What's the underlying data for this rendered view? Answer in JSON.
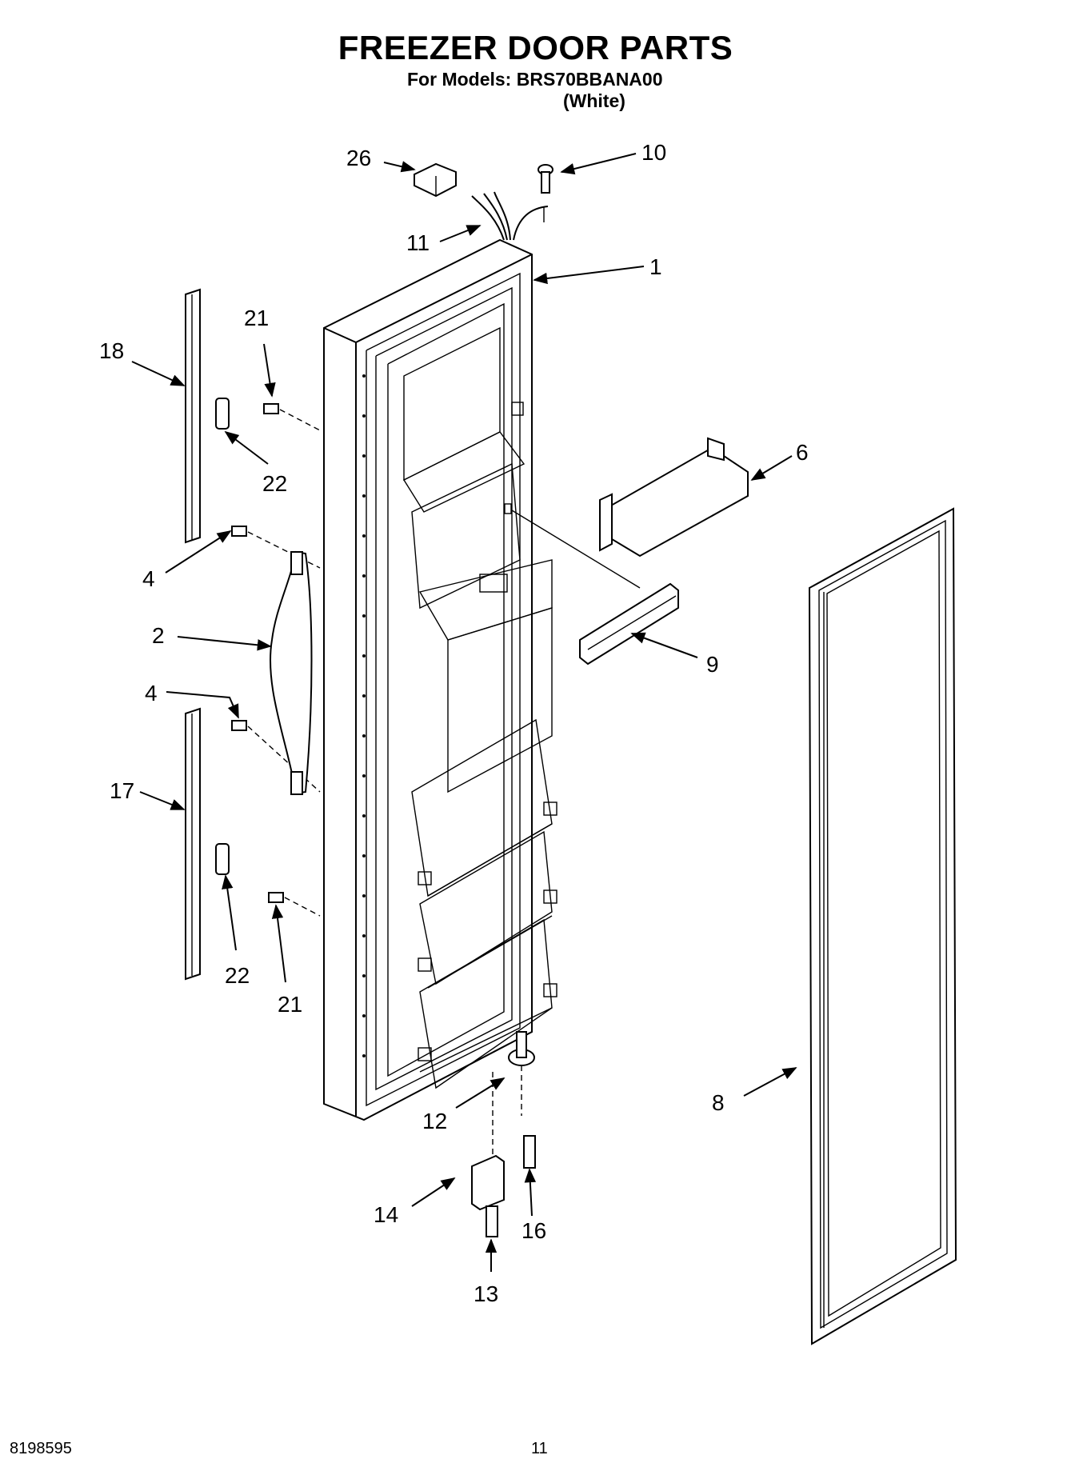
{
  "header": {
    "title": "FREEZER DOOR PARTS",
    "models_line": "For Models: BRS70BBANA00",
    "color_line": "(White)"
  },
  "callouts": [
    "26",
    "10",
    "11",
    "1",
    "21",
    "18",
    "22",
    "6",
    "4",
    "2",
    "9",
    "4",
    "17",
    "22",
    "21",
    "8",
    "12",
    "14",
    "16",
    "13"
  ],
  "footer": {
    "doc_number": "8198595",
    "page_number": "11"
  }
}
